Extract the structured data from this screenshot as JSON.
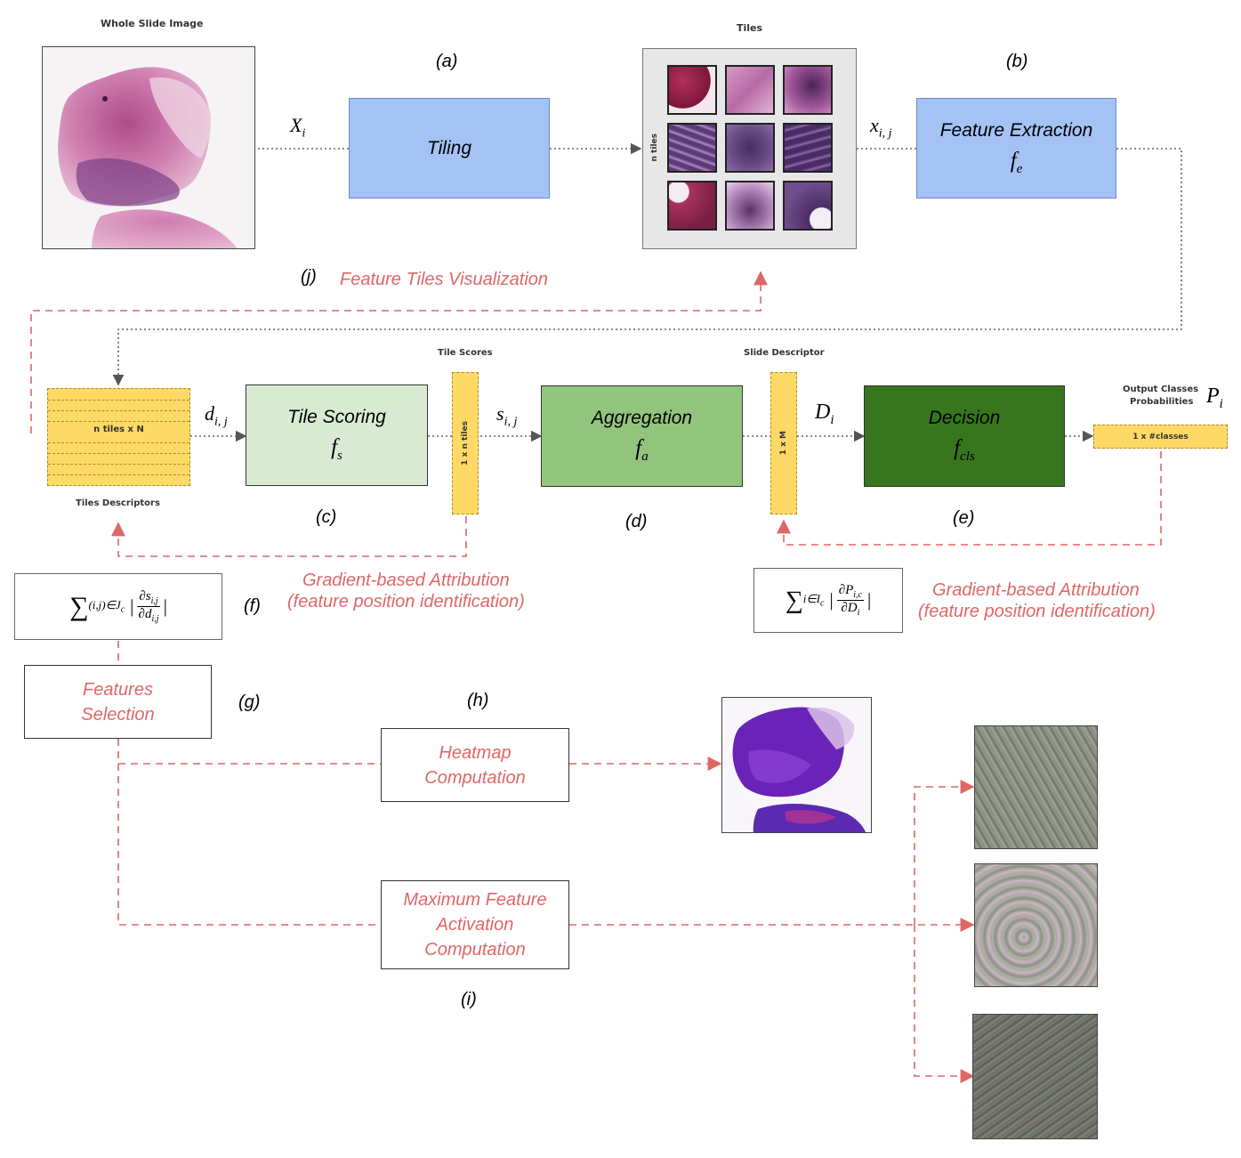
{
  "labels": {
    "whole_slide_image": "Whole Slide Image",
    "tiles": "Tiles",
    "tile_scores": "Tile Scores",
    "slide_descriptor": "Slide Descriptor",
    "output_classes": "Output Classes",
    "probabilities": "Probabilities",
    "tiles_descriptors": "Tiles Descriptors",
    "n_tiles": "n tiles",
    "n_tiles_x_N": "n tiles x N",
    "one_x_n_tiles": "1 x n tiles",
    "one_x_M": "1 x M",
    "one_x_classes": "1 x #classes"
  },
  "letters": {
    "a": "(a)",
    "b": "(b)",
    "c": "(c)",
    "d": "(d)",
    "e": "(e)",
    "f": "(f)",
    "g": "(g)",
    "h": "(h)",
    "i": "(i)",
    "j": "(j)"
  },
  "boxes": {
    "tiling": "Tiling",
    "feature_extraction": "Feature Extraction",
    "feature_extraction_sym": "f",
    "feature_extraction_sub": "e",
    "tile_scoring": "Tile Scoring",
    "tile_scoring_sym": "f",
    "tile_scoring_sub": "s",
    "aggregation": "Aggregation",
    "aggregation_sym": "f",
    "aggregation_sub": "a",
    "decision": "Decision",
    "decision_sym": "f",
    "decision_sub": "cls",
    "features_selection_1": "Features",
    "features_selection_2": "Selection",
    "heatmap_1": "Heatmap",
    "heatmap_2": "Computation",
    "maxfeat_1": "Maximum Feature",
    "maxfeat_2": "Activation",
    "maxfeat_3": "Computation"
  },
  "math": {
    "X": "X",
    "X_sub": "i",
    "x": "x",
    "x_sub": "i, j",
    "d": "d",
    "d_sub": "i, j",
    "s": "s",
    "s_sub": "i, j",
    "D": "D",
    "D_sub": "i",
    "P": "P",
    "P_sub": "i"
  },
  "red_annotations": {
    "feature_tiles_visualization": "Feature Tiles Visualization",
    "gradient_left_1": "Gradient-based Attribution",
    "gradient_left_2": "(feature position identification)",
    "gradient_right_1": "Gradient-based Attribution",
    "gradient_right_2": "(feature position identification)"
  },
  "formulas": {
    "left_sum": "∑",
    "left_sub": "(i,j)∈J",
    "left_sub_c": "c",
    "left_num": "∂s",
    "left_num_sub": "i,j",
    "left_den": "∂d",
    "left_den_sub": "i,j",
    "right_sum": "∑",
    "right_sub": "i∈I",
    "right_sub_c": "c",
    "right_num": "∂P",
    "right_num_sub": "i,c",
    "right_den": "∂D",
    "right_den_sub": "i"
  },
  "colors": {
    "blue_box": "#a4c2f4",
    "green_light": "#d9ead3",
    "green_mid": "#93c47d",
    "green_dark": "#38761d",
    "yellow": "#ffd966",
    "red": "#e06666"
  }
}
